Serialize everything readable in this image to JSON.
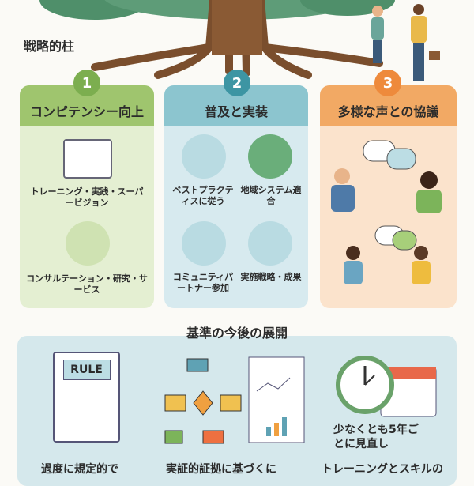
{
  "section_label": "戦略的柱",
  "pillars": [
    {
      "number": "1",
      "title": "コンピテンシー向上",
      "color": "#7cae4f",
      "bg": "#e4efd2",
      "items": [
        "トレーニング・実践・スーパービジョン",
        "コンサルテーション・研究・サービス"
      ]
    },
    {
      "number": "2",
      "title": "普及と実装",
      "color": "#3d95a3",
      "bg": "#d7eaef",
      "items": [
        "ベストプラクティスに従う",
        "地域システム適合",
        "コミュニティパートナー参加",
        "実施戦略・成果"
      ]
    },
    {
      "number": "3",
      "title": "多様な声との協議",
      "color": "#ee8a3c",
      "bg": "#fbe3cc",
      "items": []
    }
  ],
  "future": {
    "title": "基準の今後の展開",
    "rule_label": "RULE",
    "review_text": "少なくとも5年ごとに見直し",
    "captions": [
      "過度に規定的で",
      "実証的証拠に基づくに",
      "トレーニングとスキルの"
    ]
  }
}
